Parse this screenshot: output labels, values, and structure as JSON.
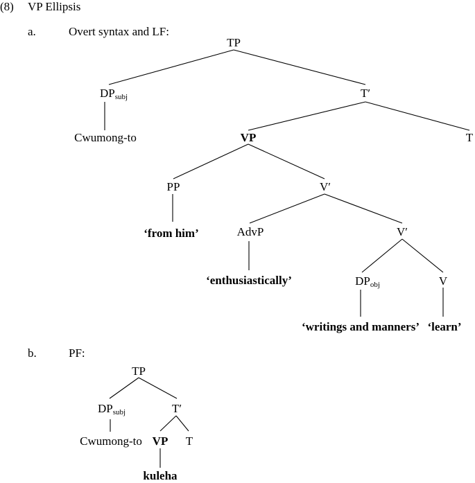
{
  "example": {
    "number": "(8)",
    "title": "VP Ellipsis"
  },
  "part_a": {
    "letter": "a.",
    "label": "Overt syntax and LF:",
    "nodes": {
      "tp": "TP",
      "dp_subj": "DP",
      "dp_subj_sub": "subj",
      "t_bar": "T′",
      "cwumong": "Cwumong-to",
      "vp": "VP",
      "t": "T",
      "pp": "PP",
      "v_bar_1": "V′",
      "from_him": "‘from him’",
      "advp": "AdvP",
      "v_bar_2": "V′",
      "enthusiastically": "‘enthusiastically’",
      "dp_obj": "DP",
      "dp_obj_sub": "obj",
      "v": "V",
      "writings": "‘writings and manners’",
      "learn": "‘learn’"
    }
  },
  "part_b": {
    "letter": "b.",
    "label": "PF:",
    "nodes": {
      "tp": "TP",
      "dp_subj": "DP",
      "dp_subj_sub": "subj",
      "t_bar": "T′",
      "cwumong": "Cwumong-to",
      "vp": "VP",
      "t": "T",
      "kuleha": "kuleha"
    }
  }
}
